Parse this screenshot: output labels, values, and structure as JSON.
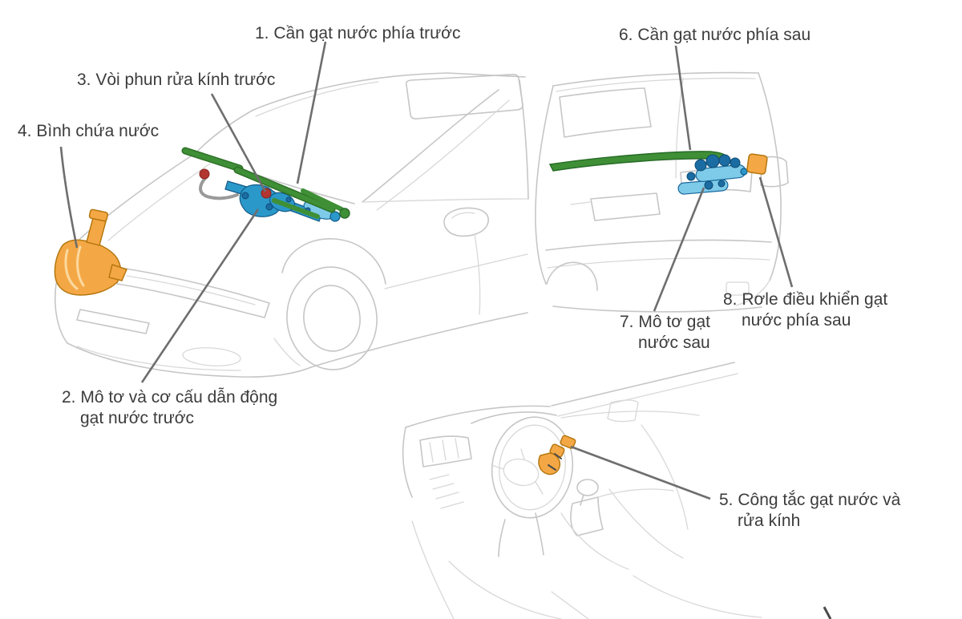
{
  "figure": {
    "labels": [
      {
        "id": "1",
        "text": "1. Cần gạt nước phía trước",
        "part": "front-wiper-arm"
      },
      {
        "id": "2",
        "text": "2. Mô tơ và cơ cấu dẫn động gạt nước trước",
        "part": "front-wiper-motor-linkage"
      },
      {
        "id": "3",
        "text": "3. Vòi phun rửa kính trước",
        "part": "front-washer-nozzle"
      },
      {
        "id": "4",
        "text": "4. Bình chứa nước",
        "part": "washer-fluid-reservoir"
      },
      {
        "id": "5",
        "text": "5. Công tắc gạt nước và rửa kính",
        "part": "wiper-washer-switch"
      },
      {
        "id": "6",
        "text": "6. Cần gạt nước phía sau",
        "part": "rear-wiper-arm"
      },
      {
        "id": "7",
        "text": "7. Mô tơ gạt nước sau",
        "part": "rear-wiper-motor"
      },
      {
        "id": "8",
        "text": "8. Rơle điều khiển gạt nước phía sau",
        "part": "rear-wiper-relay"
      }
    ],
    "colors": {
      "wiper_green": "#3f8f36",
      "component_blue": "#2b98ca",
      "component_orange": "#f4a845",
      "nozzle_red": "#b23530",
      "outline_gray": "#c6c6c6",
      "leader_gray": "#6e6e6e",
      "text": "#3c3c3c"
    }
  }
}
